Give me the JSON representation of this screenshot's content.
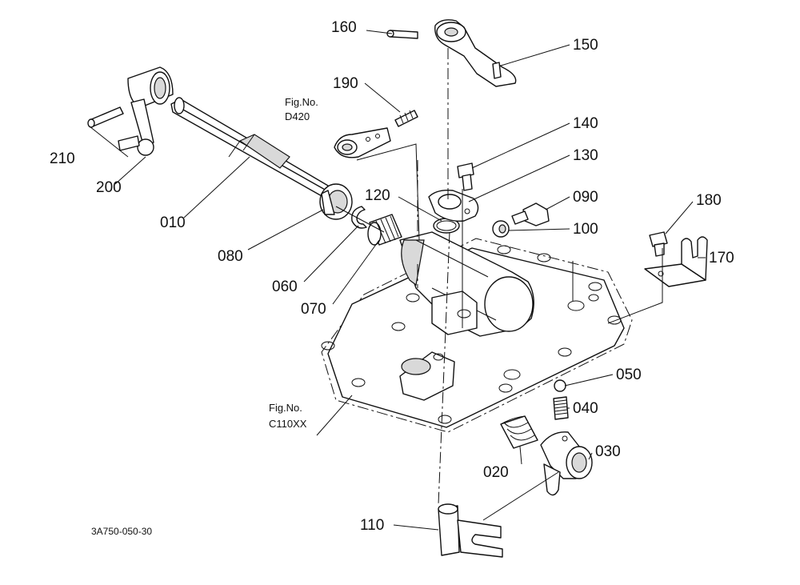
{
  "diagram": {
    "drawing_code": "3A750-050-30",
    "fig_refs": [
      {
        "id": "d420",
        "line1": "Fig.No.",
        "line2": "D420"
      },
      {
        "id": "c110",
        "line1": "Fig.No.",
        "line2": "C110XX"
      }
    ],
    "callouts": {
      "p010": "010",
      "p020": "020",
      "p030": "030",
      "p040": "040",
      "p050": "050",
      "p060": "060",
      "p070": "070",
      "p080": "080",
      "p090": "090",
      "p100": "100",
      "p110": "110",
      "p120": "120",
      "p130": "130",
      "p140": "140",
      "p150": "150",
      "p160": "160",
      "p170": "170",
      "p180": "180",
      "p190": "190",
      "p200": "200",
      "p210": "210"
    }
  }
}
